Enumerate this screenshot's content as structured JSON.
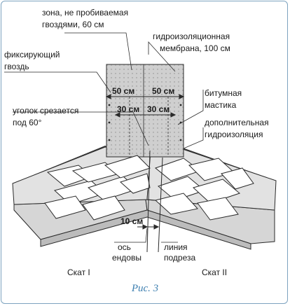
{
  "labels": {
    "zone_line1": "зона, не пробиваемая",
    "zone_line2": "гвоздями, 60 см",
    "membrane_line1": "гидроизоляционная",
    "membrane_line2": "мембрана, 100 см",
    "nail_line1": "фиксирующий",
    "nail_line2": "гвоздь",
    "bitumen_line1": "битумная",
    "bitumen_line2": "мастика",
    "corner_line1": "уголок срезается",
    "corner_line2": "под 60°",
    "extra_line1": "дополнительная",
    "extra_line2": "гидроизоляция",
    "axis_line1": "ось",
    "axis_line2": "ендовы",
    "cut_line1": "линия",
    "cut_line2": "подреза",
    "slope1": "Скат I",
    "slope2": "Скат II"
  },
  "dimensions": {
    "d50_left": "50 см",
    "d50_right": "50 см",
    "d30_left": "30 см",
    "d30_right": "30 см",
    "d10": "10 см"
  },
  "caption": "Рис. 3",
  "colors": {
    "caption": "#3d7fb0",
    "frame": "#7da3bf",
    "membrane": "#cfcfcf",
    "extra": "#3a3a3a"
  }
}
